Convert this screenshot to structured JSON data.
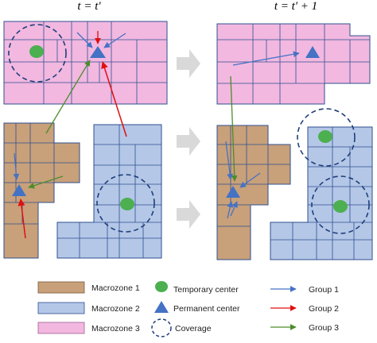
{
  "headers": {
    "left": "t = t'",
    "right": "t = t' + 1"
  },
  "legend": {
    "macrozone_1": "Macrozone 1",
    "macrozone_2": "Macrozone 2",
    "macrozone_3": "Macrozone 3",
    "temporary_center": "Temporary center",
    "permanent_center": "Permanent center",
    "coverage": "Coverage",
    "group_1": "Group 1",
    "group_2": "Group 2",
    "group_3": "Group 3"
  },
  "colors": {
    "macrozone_1": "#c8a07a",
    "macrozone_2": "#b4c7e7",
    "macrozone_3": "#f2b8e0",
    "grid_line": "#2f4f8f",
    "temporary_center": "#4caf50",
    "permanent_center": "#4472c4",
    "coverage": "#1f3f7a",
    "group_1": "#4472c4",
    "group_2": "#e01010",
    "group_3": "#4c8c2a",
    "transition_arrow": "#d9d9d9"
  }
}
